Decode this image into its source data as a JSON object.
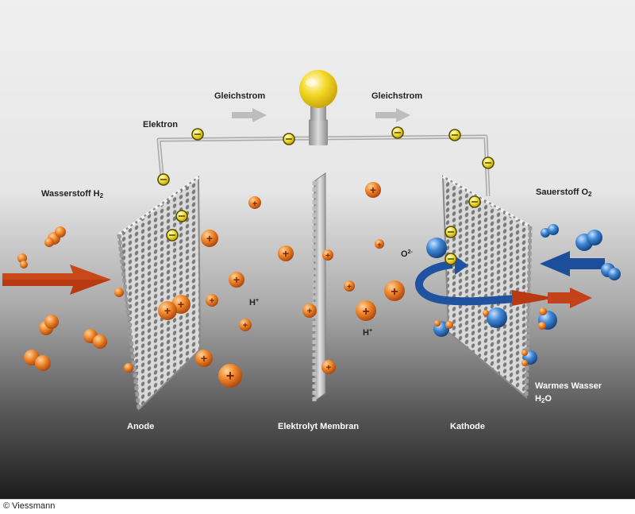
{
  "labels": {
    "current_left": "Gleichstrom",
    "current_right": "Gleichstrom",
    "electron": "Elektron",
    "hydrogen": "Wasserstoff H",
    "hydrogen_sub": "2",
    "oxygen": "Sauerstoff O",
    "oxygen_sub": "2",
    "oxygen_ion": "O",
    "oxygen_ion_charge": "2-",
    "proton_1": "H",
    "proton_1_charge": "+",
    "proton_2": "H",
    "proton_2_charge": "+",
    "warm_water": "Warmes Wasser",
    "water": "H",
    "water_sub": "2",
    "water_tail": "O",
    "anode": "Anode",
    "membrane": "Elektrolyt Membran",
    "cathode": "Kathode"
  },
  "credit": "© Viessmann",
  "colors": {
    "background_top": "#ebebeb",
    "background_bottom": "#1d1d1d",
    "proton": "#e0701d",
    "electron": "#e7d227",
    "oxygen": "#2f78c6",
    "hydrogen_arrow": "#b93a12",
    "oxygen_arrow": "#1c4e9a",
    "current_arrow": "#b9b9b9",
    "bulb": "#f2d321",
    "plate": "#d6d6d6"
  },
  "icons": [
    "light-bulb-icon",
    "hydrogen-molecule-icon",
    "oxygen-molecule-icon",
    "water-molecule-icon",
    "electron-icon",
    "proton-icon"
  ]
}
